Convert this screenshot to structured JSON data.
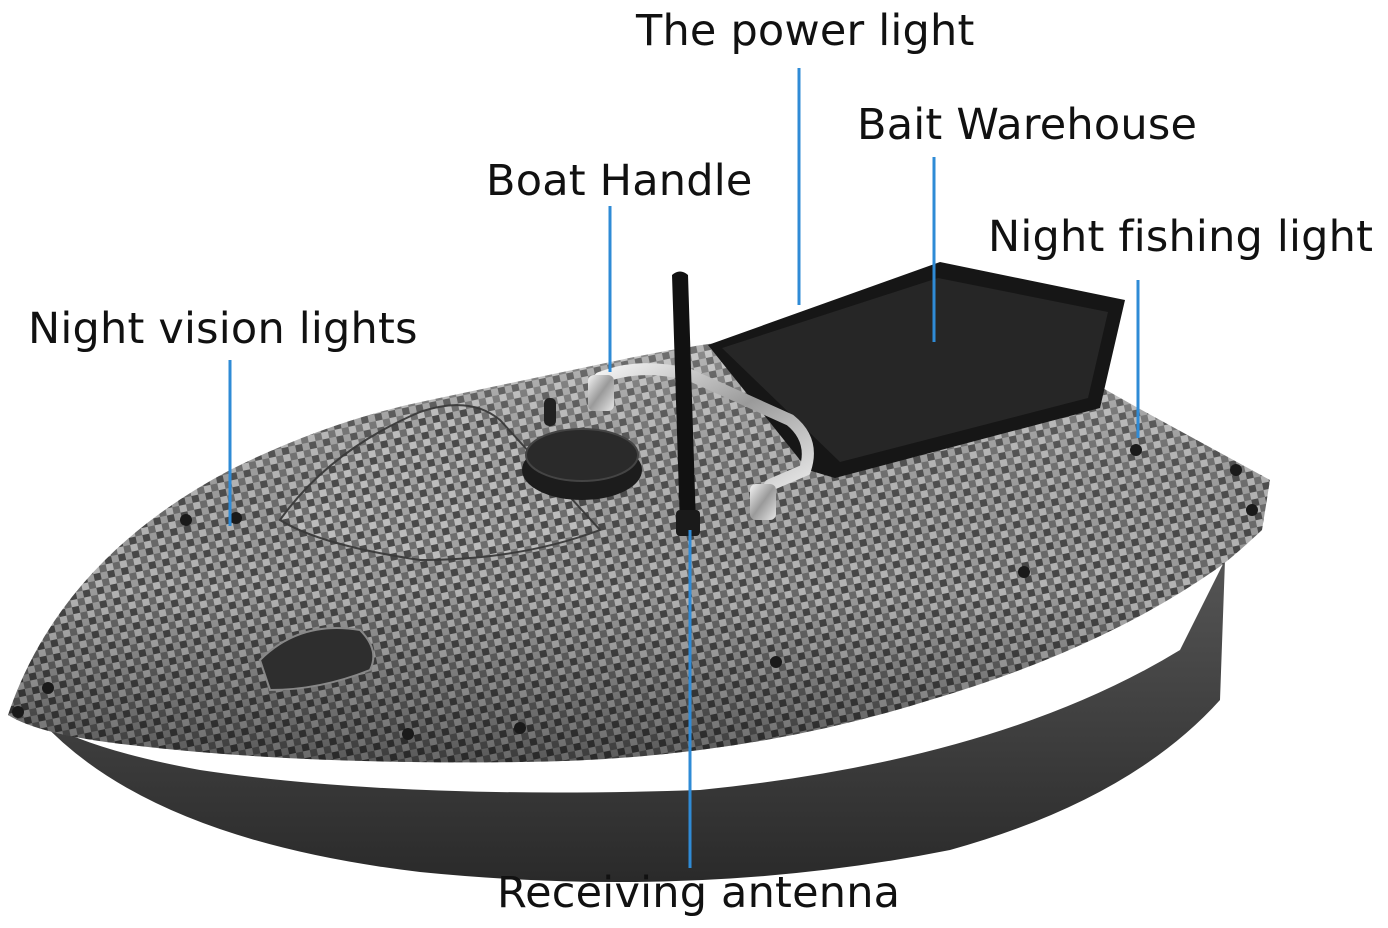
{
  "colors": {
    "leader": "#2f8bd6",
    "hull_dark": "#3c3c3c",
    "hull_mid": "#8d8d8d",
    "hull_light": "#d9d9d9",
    "tray": "#1b1b1b",
    "text": "#111111"
  },
  "labels": {
    "power_light": "The power light",
    "bait_warehouse": "Bait Warehouse",
    "boat_handle": "Boat Handle",
    "night_fishing_light": "Night fishing light",
    "night_vision_lights": "Night vision lights",
    "receiving_antenna": "Receiving antenna"
  }
}
